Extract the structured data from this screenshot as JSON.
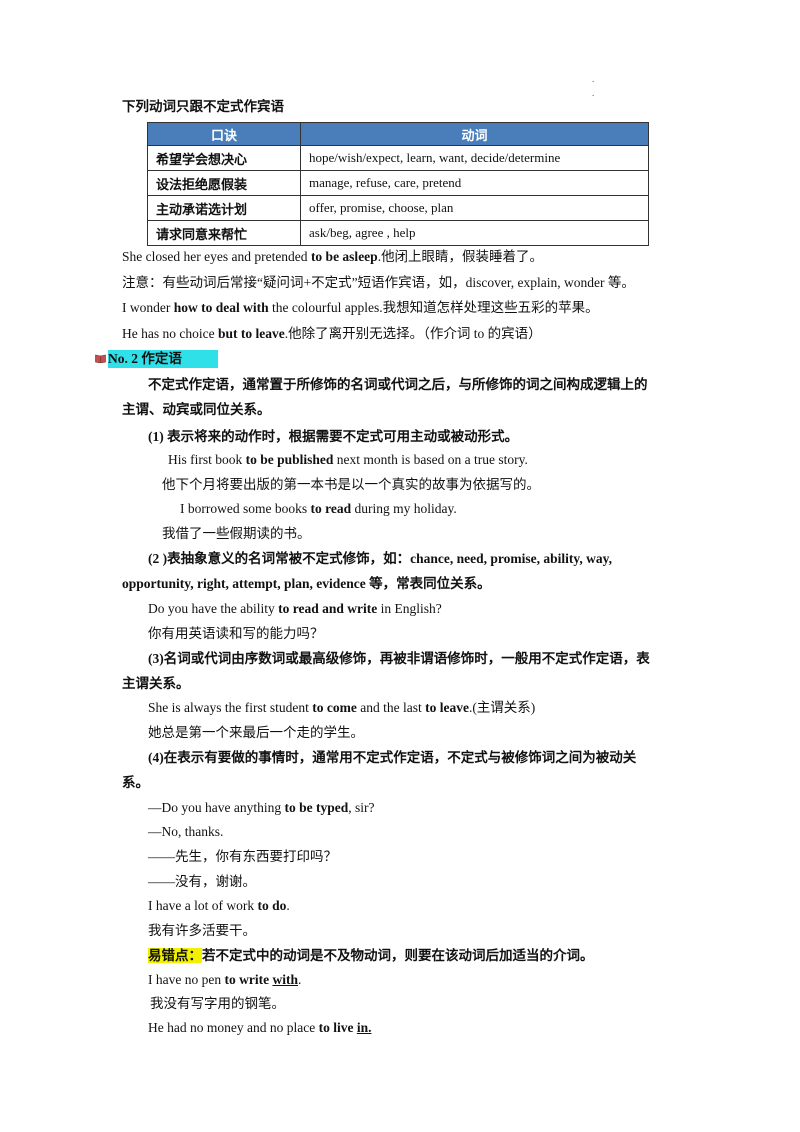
{
  "header_dots": [
    ".",
    "."
  ],
  "section_title": "下列动词只跟不定式作宾语",
  "table": {
    "headers": [
      "口诀",
      "动词"
    ],
    "rows": [
      {
        "mnemonic": "希望学会想决心",
        "verbs": "hope/wish/expect,  learn,  want,  decide/determine"
      },
      {
        "mnemonic": "设法拒绝愿假装",
        "verbs": "manage,  refuse,  care,  pretend"
      },
      {
        "mnemonic": "主动承诺选计划",
        "verbs": "offer,  promise,  choose,  plan"
      },
      {
        "mnemonic": "请求同意来帮忙",
        "verbs": "ask/beg,  agree  ,  help"
      }
    ]
  },
  "lines": {
    "l1a": "She  closed  her  eyes  and  pretended  ",
    "l1b": "to  be  asleep",
    "l1c": ".他闭上眼睛，假装睡着了。",
    "l2": "注意：有些动词后常接“疑问词+不定式”短语作宾语，如，discover,  explain,  wonder 等。",
    "l3a": "I  wonder  ",
    "l3b": "how  to  deal  with",
    "l3c": "  the  colourful  apples.我想知道怎样处理这些五彩的苹果。",
    "l4a": "He  has  no  choice  ",
    "l4b": "but  to  leave",
    "l4c": ".他除了离开别无选择。（作介词 to  的宾语）",
    "no2": "No.  2     作定语",
    "p1": "不定式作定语，通常置于所修饰的名词或代词之后，与所修饰的词之间构成逻辑上的",
    "p1b": "主谓、动宾或同位关系。",
    "r1": "(1)  表示将来的动作时，根据需要不定式可用主动或被动形式。",
    "e1a": "His first book  ",
    "e1b": "to be published",
    "e1c": "  next month is based on a true story.",
    "e1zh": "他下个月将要出版的第一本书是以一个真实的故事为依据写的。",
    "e2a": "I borrowed some books  ",
    "e2b": "to read",
    "e2c": "  during my holiday.",
    "e2zh": "我借了一些假期读的书。",
    "r2a": "(2  )表抽象意义的名词常被不定式修饰，如：chance, need, promise, ability, way,",
    "r2b": "opportunity, right, attempt, plan, evidence 等，常表同位关系。",
    "e3a": "Do you have the ability  ",
    "e3b": "to read and write",
    "e3c": "  in English?",
    "e3zh": "你有用英语读和写的能力吗？",
    "r3a": "(3)名词或代词由序数词或最高级修饰，再被非谓语修饰时，一般用不定式作定语，表",
    "r3b": "主谓关系。",
    "e4a": "She is always the first student  ",
    "e4b": "to come",
    "e4c": "  and the last  ",
    "e4d": "to leave",
    "e4e": ".(主谓关系)",
    "e4zh": "她总是第一个来最后一个走的学生。",
    "r4a": "(4)在表示有要做的事情时，通常用不定式作定语，不定式与被修饰词之间为被动关",
    "r4b": "系。",
    "d1a": "—Do you have anything  ",
    "d1b": "to be typed",
    "d1c": ",  sir?",
    "d2": "—No, thanks.",
    "d3": "——先生，你有东西要打印吗？",
    "d4": "——没有，谢谢。",
    "e5a": "I  have  a  lot  of  work  ",
    "e5b": "to do",
    "e5c": ".",
    "e5zh": "我有许多活要干。",
    "err_label": "易错点：",
    "err_text": "若不定式中的动词是不及物动词，则要在该动词后加适当的介词。",
    "e6a": "I have no pen  ",
    "e6b": "to write  ",
    "e6c": "with",
    "e6d": ".",
    "e6zh": "我没有写字用的钢笔。",
    "e7a": "He  had  no  money  and  no  place  ",
    "e7b": "to  live  ",
    "e7c": "in."
  },
  "colors": {
    "table_header": "#4a7ebb",
    "highlight_cyan": "#2fe0e8",
    "highlight_yellow": "#f2f200"
  }
}
